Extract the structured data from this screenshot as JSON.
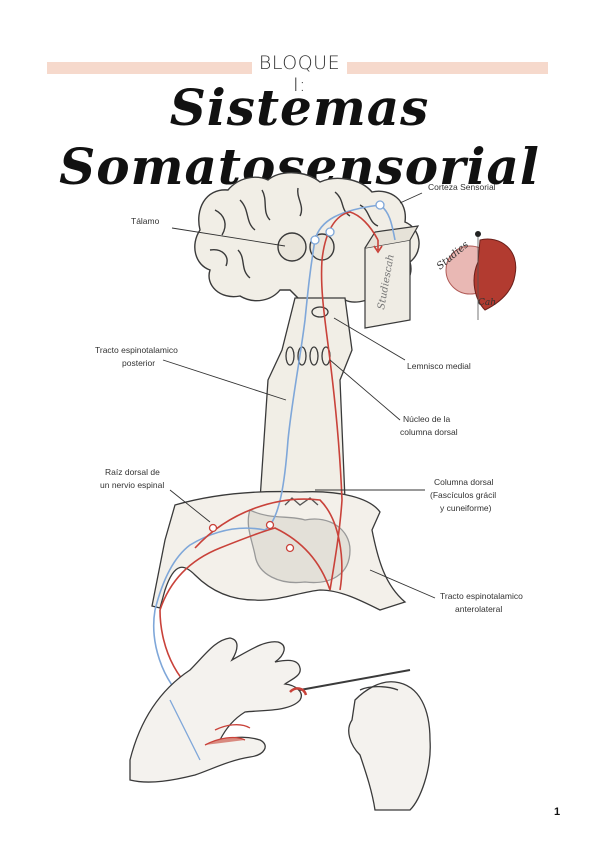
{
  "header": {
    "block_label": "BLOQUE I:",
    "title": "Sistemas Somatosensorial"
  },
  "labels": {
    "corteza": "Corteza Sensorial",
    "talamo": "Tálamo",
    "tracto_posterior_line1": "Tracto espinotalamico",
    "tracto_posterior_line2": "posterior",
    "lemnisco": "Lemnisco medial",
    "nucleo_line1": "Núcleo de la",
    "nucleo_line2": "columna dorsal",
    "raiz_line1": "Raíz dorsal de",
    "raiz_line2": "un nervio espinal",
    "columna_line1": "Columna dorsal",
    "columna_line2": "(Fascículos grácil",
    "columna_line3": "y cuneiforme)",
    "tracto_antero_line1": "Tracto espinotalamico",
    "tracto_antero_line2": "anterolateral"
  },
  "watermark": {
    "text_a": "Studies",
    "text_b": "Cah",
    "side_text": "Studiescah"
  },
  "colors": {
    "blue_tract": "#7fa7d9",
    "red_tract": "#c9423a",
    "accent_band": "#f6d9cc",
    "outline": "#3a3a3a",
    "tissue": "#f1eee6"
  },
  "page_number": "1"
}
